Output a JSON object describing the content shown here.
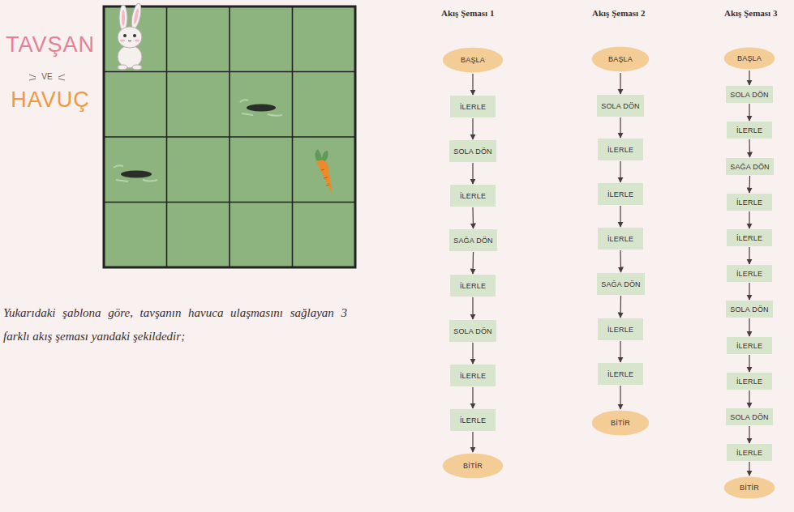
{
  "diagram": {
    "caption": "Yukarıdaki şablona göre, tavşanın havuca ulaşmasını sağlayan 3 farklı akış şeması yandaki şekildedir;",
    "nodes": [
      {
        "text": [
          "BAŞLA"
        ]
      },
      {
        "text": [
          "İLERLE"
        ]
      },
      {
        "text": [
          "SOLA DÖN"
        ]
      },
      {
        "text": [
          "İLERLE"
        ]
      },
      {
        "text": [
          "SAĞA DÖN"
        ]
      },
      {
        "text": [
          "İLERLE"
        ]
      },
      {
        "text": [
          "SOLA DÖN"
        ]
      },
      {
        "text": [
          "İLERLE"
        ]
      },
      {
        "text": [
          "İLERLE"
        ]
      },
      {
        "text": [
          "BİTİR"
        ]
      },
      {
        "text": [
          "BAŞLA"
        ]
      },
      {
        "text": [
          "SOLA DÖN"
        ]
      },
      {
        "text": [
          "İLERLE"
        ]
      },
      {
        "text": [
          "İLERLE"
        ]
      },
      {
        "text": [
          "İLERLE"
        ]
      },
      {
        "text": [
          "SAĞA DÖN"
        ]
      },
      {
        "text": [
          "İLERLE"
        ]
      },
      {
        "text": [
          "İLERLE"
        ]
      },
      {
        "text": [
          "BİTİR"
        ]
      },
      {
        "text": [
          "BAŞLA"
        ]
      },
      {
        "text": [
          "SOLA DÖN"
        ]
      },
      {
        "text": [
          "İLERLE"
        ]
      },
      {
        "text": [
          "SAĞA DÖN"
        ]
      },
      {
        "text": [
          "İLERLE"
        ]
      },
      {
        "text": [
          "İLERLE"
        ]
      },
      {
        "text": [
          "İLERLE"
        ]
      },
      {
        "text": [
          "SOLA DÖN"
        ]
      },
      {
        "text": [
          "İLERLE"
        ]
      },
      {
        "text": [
          "İLERLE"
        ]
      },
      {
        "text": [
          "SOLA DÖN"
        ]
      },
      {
        "text": [
          "İLERLE"
        ]
      },
      {
        "text": [
          "BİTİR"
        ]
      }
    ],
    "edges": [
      {
        "from": 0,
        "to": 1,
        "arrow": "to"
      },
      {
        "from": 1,
        "to": 2,
        "arrow": "to"
      },
      {
        "from": 2,
        "to": 3,
        "arrow": "to"
      },
      {
        "from": 3,
        "to": 4,
        "arrow": "to"
      },
      {
        "from": 4,
        "to": 5,
        "arrow": "to"
      },
      {
        "from": 5,
        "to": 6,
        "arrow": "to"
      },
      {
        "from": 6,
        "to": 7,
        "arrow": "to"
      },
      {
        "from": 7,
        "to": 8,
        "arrow": "to"
      },
      {
        "from": 8,
        "to": 9,
        "arrow": "to"
      },
      {
        "from": 10,
        "to": 11,
        "arrow": "to"
      },
      {
        "from": 11,
        "to": 12,
        "arrow": "to"
      },
      {
        "from": 12,
        "to": 13,
        "arrow": "to"
      },
      {
        "from": 13,
        "to": 14,
        "arrow": "to"
      },
      {
        "from": 14,
        "to": 15,
        "arrow": "to"
      },
      {
        "from": 15,
        "to": 16,
        "arrow": "to"
      },
      {
        "from": 16,
        "to": 17,
        "arrow": "to"
      },
      {
        "from": 17,
        "to": 18,
        "arrow": "to"
      },
      {
        "from": 19,
        "to": 20,
        "arrow": "to"
      },
      {
        "from": 20,
        "to": 21,
        "arrow": "to"
      },
      {
        "from": 21,
        "to": 22,
        "arrow": "to"
      },
      {
        "from": 22,
        "to": 23,
        "arrow": "to"
      },
      {
        "from": 23,
        "to": 24,
        "arrow": "to"
      },
      {
        "from": 24,
        "to": 25,
        "arrow": "to"
      },
      {
        "from": 25,
        "to": 26,
        "arrow": "to"
      },
      {
        "from": 26,
        "to": 27,
        "arrow": "to"
      },
      {
        "from": 27,
        "to": 28,
        "arrow": "to"
      },
      {
        "from": 28,
        "to": 29,
        "arrow": "to"
      },
      {
        "from": 29,
        "to": 30,
        "arrow": "to"
      },
      {
        "from": 30,
        "to": 31,
        "arrow": "to"
      }
    ],
    "labels": [
      "TAVŞAN",
      "VE",
      "HAVUÇ",
      "Akış Şeması 1",
      "Akış Şeması 2",
      "Akış Şeması 3"
    ]
  }
}
